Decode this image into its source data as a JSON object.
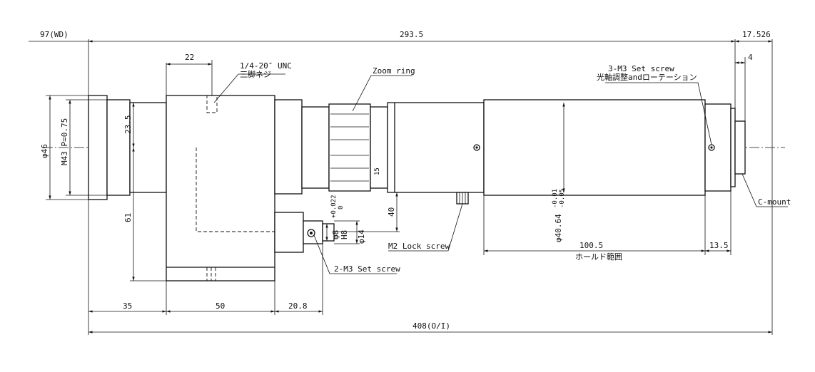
{
  "dimensions": {
    "wd": "97(WD)",
    "overall": "293.5",
    "rear": "17.526",
    "flange": "4",
    "top_offset": "22",
    "dia46": "φ46",
    "thread": "M43 P=0.75",
    "h23_5": "23.5",
    "h61": "61",
    "h40": "40",
    "dia8": "φ8",
    "h8": "H8",
    "dia14": "φ14",
    "tol_upper_022": "+0.022",
    "tol_zero": "0",
    "dia40_64": "φ40.64",
    "tol_upper_001": "-0.01",
    "tol_lower_005": "-0.05",
    "w35": "35",
    "w50": "50",
    "w20_8": "20.8",
    "w100_5": "100.5",
    "w13_5": "13.5",
    "total": "408(O/I)",
    "ring_mark": "15"
  },
  "labels": {
    "tripod_thread": "1/4-20″ UNC",
    "tripod_jp": "三脚ネジ",
    "zoom_ring": "Zoom ring",
    "set_screw_3": "3-M3 Set screw",
    "set_screw_3_jp": "光軸調整andローテーション",
    "c_mount": "C-mount",
    "m2_lock": "M2 Lock screw",
    "set_screw_2": "2-M3 Set screw",
    "hold_range": "ホールド範囲"
  }
}
